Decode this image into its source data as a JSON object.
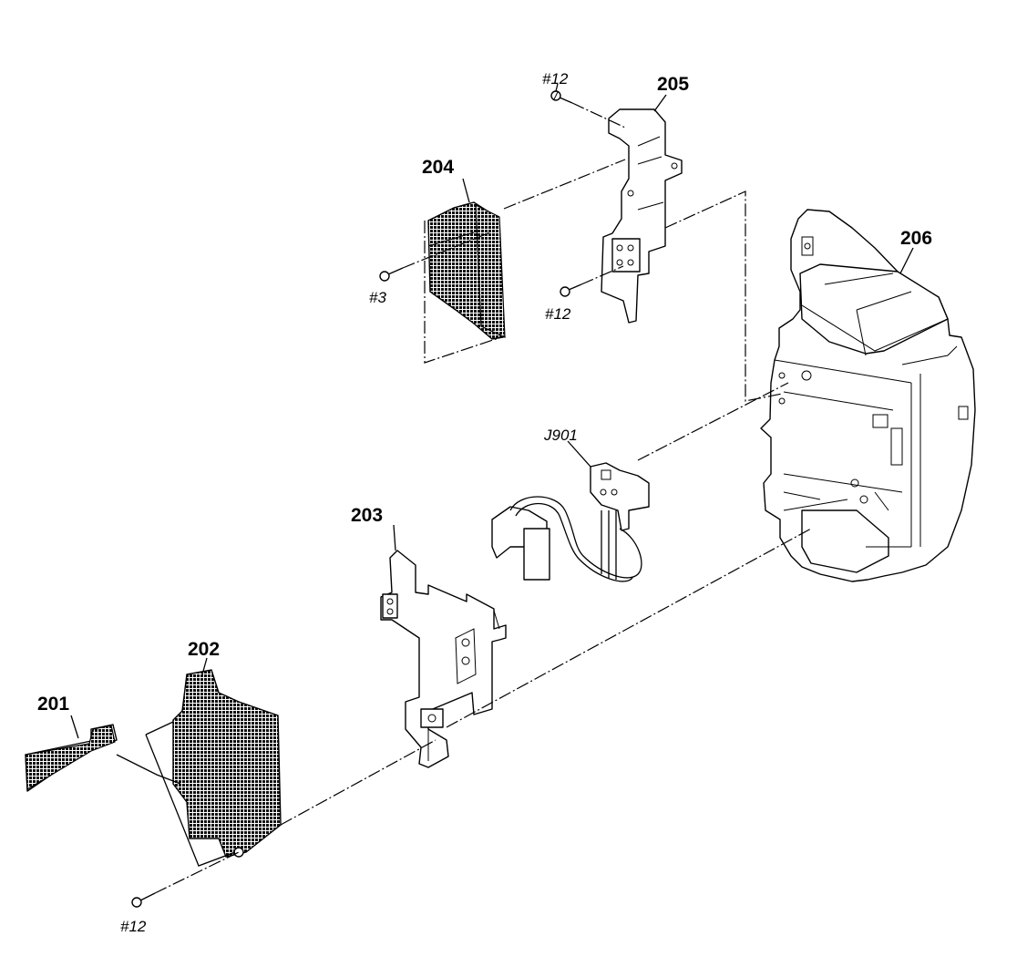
{
  "diagram": {
    "parts": [
      {
        "id": "201",
        "label": "201"
      },
      {
        "id": "202",
        "label": "202"
      },
      {
        "id": "203",
        "label": "203"
      },
      {
        "id": "204",
        "label": "204"
      },
      {
        "id": "205",
        "label": "205"
      },
      {
        "id": "206",
        "label": "206"
      }
    ],
    "connector": {
      "label": "J901"
    },
    "screws": [
      {
        "label": "#12"
      },
      {
        "label": "#12"
      },
      {
        "label": "#3"
      },
      {
        "label": "#12"
      }
    ]
  }
}
